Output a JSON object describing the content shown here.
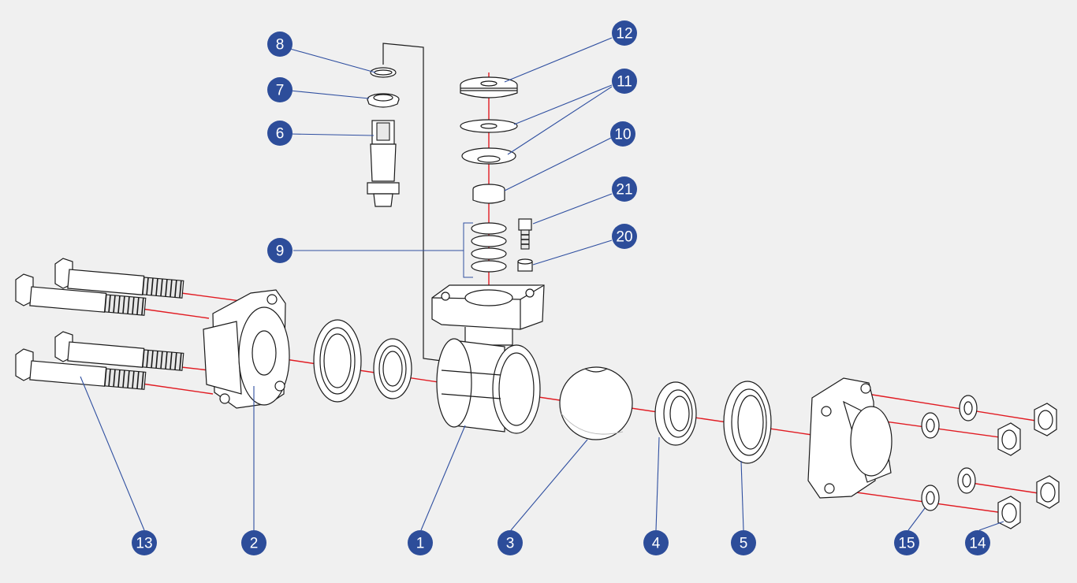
{
  "diagram": {
    "colors": {
      "background": "#f0f0f0",
      "callout_fill": "#2d4d9a",
      "callout_text": "#ffffff",
      "leader_line": "#2f4fa0",
      "axis_line": "#e11b22",
      "part_stroke": "#1a1a1a"
    },
    "callouts": [
      {
        "id": "c1",
        "label": "1"
      },
      {
        "id": "c2",
        "label": "2"
      },
      {
        "id": "c3",
        "label": "3"
      },
      {
        "id": "c4",
        "label": "4"
      },
      {
        "id": "c5",
        "label": "5"
      },
      {
        "id": "c6",
        "label": "6"
      },
      {
        "id": "c7",
        "label": "7"
      },
      {
        "id": "c8",
        "label": "8"
      },
      {
        "id": "c9",
        "label": "9"
      },
      {
        "id": "c10",
        "label": "10"
      },
      {
        "id": "c11",
        "label": "11"
      },
      {
        "id": "c12",
        "label": "12"
      },
      {
        "id": "c13",
        "label": "13"
      },
      {
        "id": "c14",
        "label": "14"
      },
      {
        "id": "c15",
        "label": "15"
      },
      {
        "id": "c20",
        "label": "20"
      },
      {
        "id": "c21",
        "label": "21"
      }
    ]
  }
}
